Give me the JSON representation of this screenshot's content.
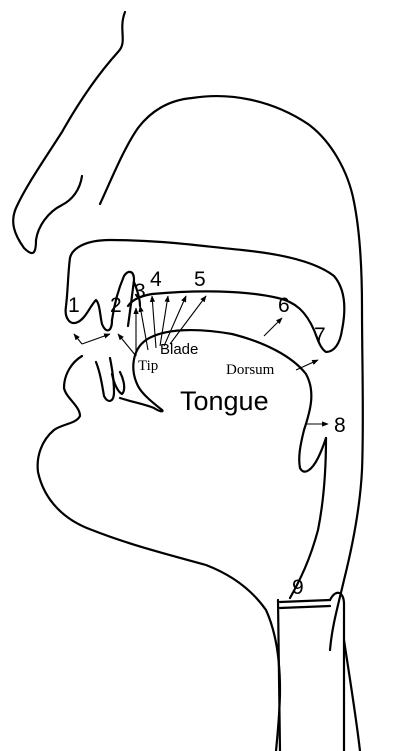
{
  "labels": {
    "n1": "1",
    "n2": "2",
    "n3": "3",
    "n4": "4",
    "n5": "5",
    "n6": "6",
    "n7": "7",
    "n8": "8",
    "n9": "9",
    "tip": "Tip",
    "blade": "Blade",
    "dorsum": "Dorsum",
    "tongue": "Tongue"
  }
}
